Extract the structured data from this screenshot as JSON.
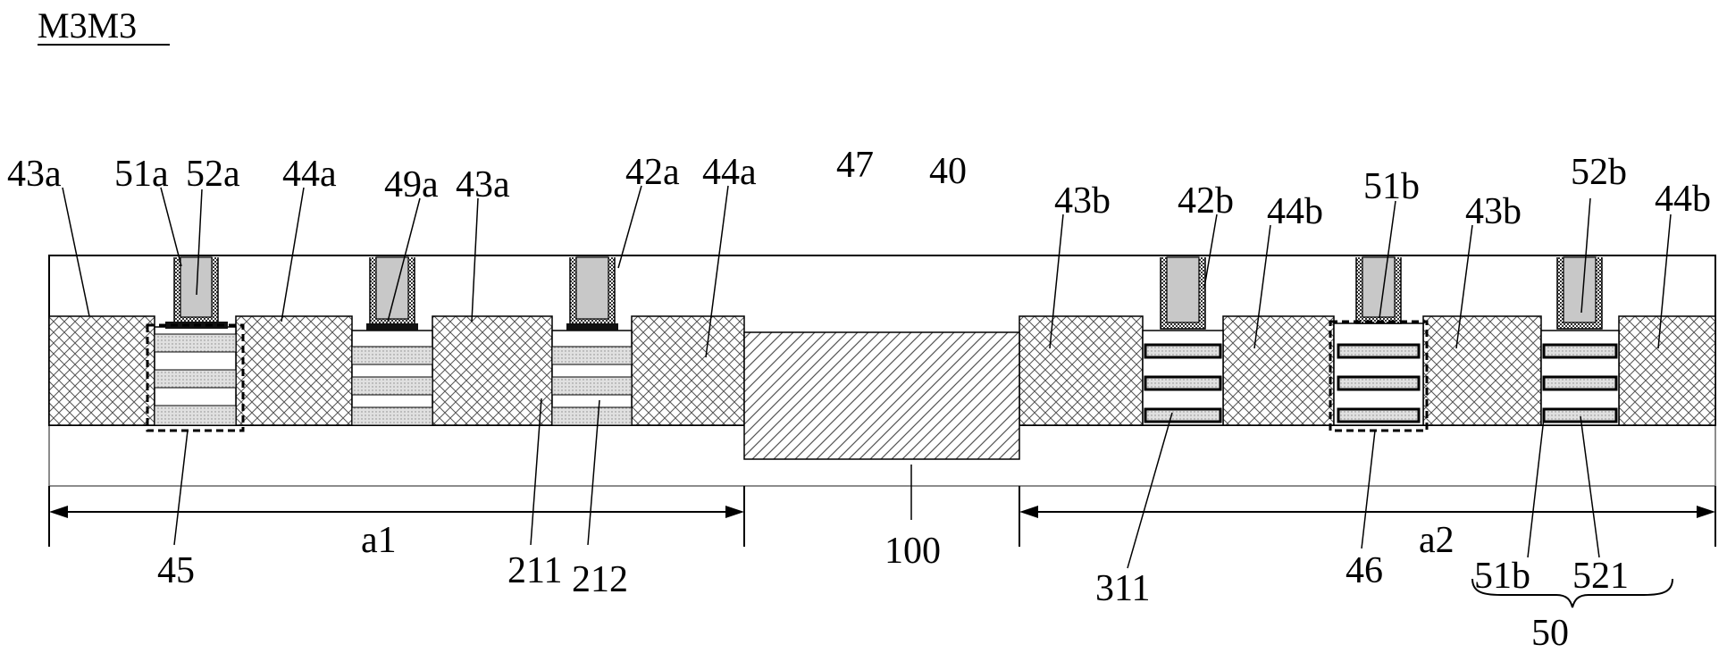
{
  "figure": {
    "title": "M3M3",
    "labels": {
      "l_43a_left": "43a",
      "l_51a": "51a",
      "l_52a": "52a",
      "l_44a_1": "44a",
      "l_49a": "49a",
      "l_43a_mid": "43a",
      "l_42a": "42a",
      "l_44a_2": "44a",
      "l_47": "47",
      "l_40": "40",
      "l_43b_1": "43b",
      "l_42b": "42b",
      "l_44b_1": "44b",
      "l_51b_top": "51b",
      "l_43b_2": "43b",
      "l_52b": "52b",
      "l_44b_2": "44b",
      "l_45": "45",
      "l_a1": "a1",
      "l_211": "211",
      "l_212": "212",
      "l_100": "100",
      "l_311": "311",
      "l_46": "46",
      "l_a2": "a2",
      "l_51b_bot": "51b",
      "l_521": "521",
      "l_50": "50"
    }
  }
}
